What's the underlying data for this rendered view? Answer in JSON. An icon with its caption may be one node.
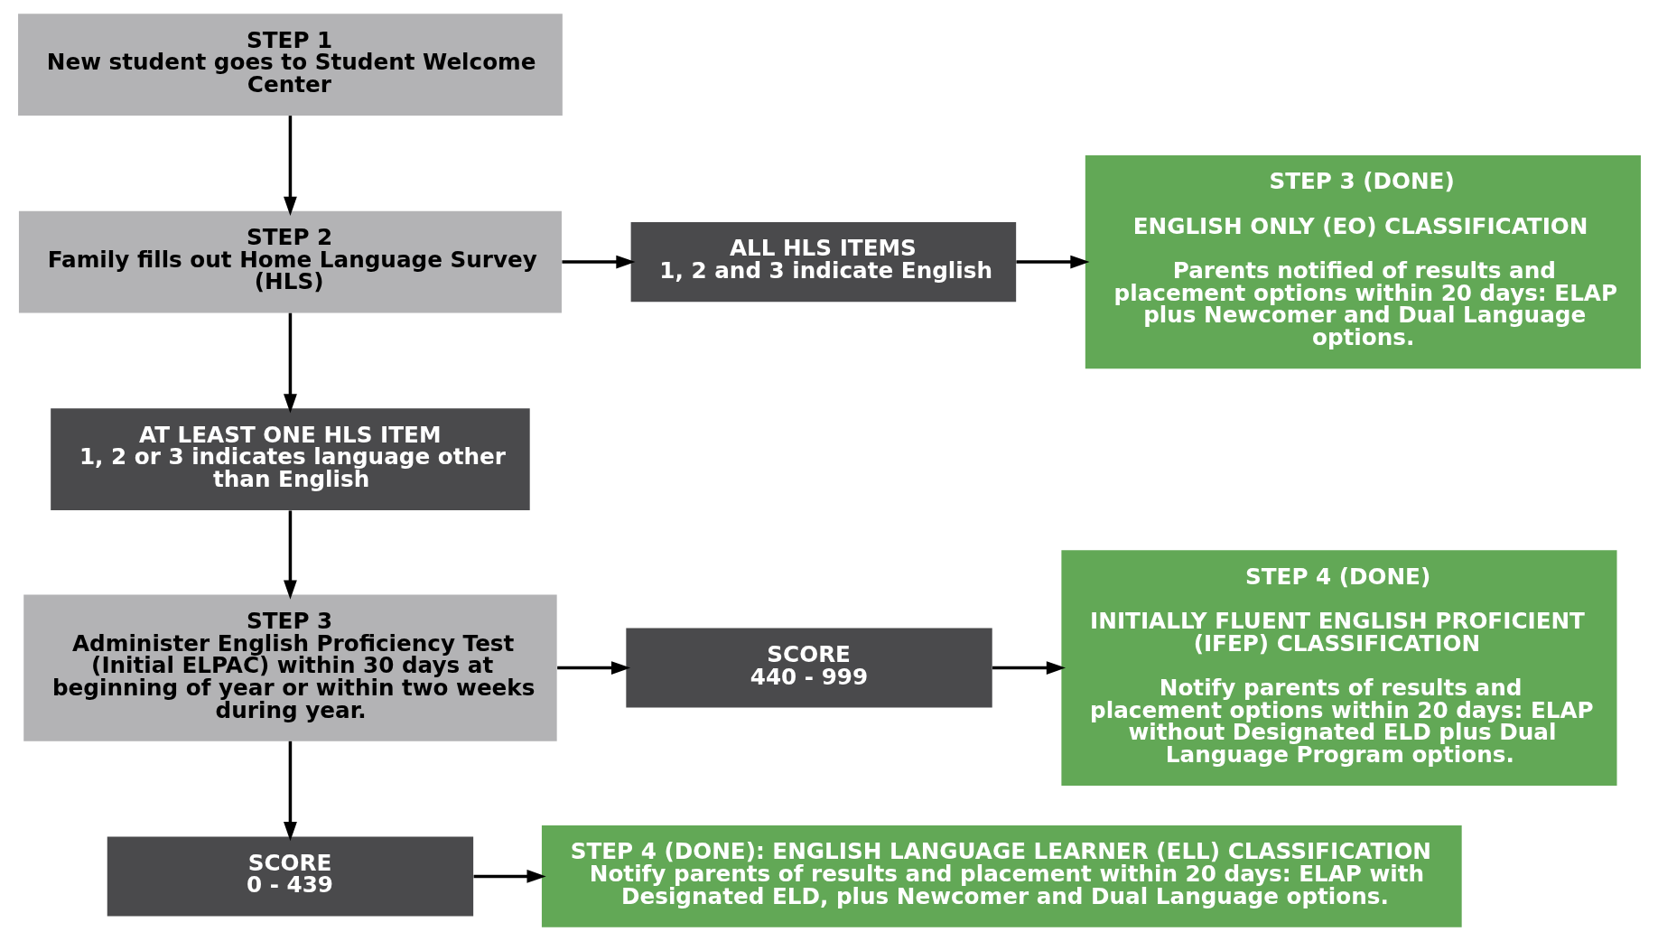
{
  "diagram": {
    "nodes": [
      {
        "text": [
          "STEP 1",
          "New student goes to Student Welcome Center"
        ]
      },
      {
        "text": [
          "STEP 2",
          "Family fills out Home Language Survey (HLS)"
        ]
      },
      {
        "text": [
          "ALL HLS ITEMS",
          "1, 2 and 3 indicate English"
        ]
      },
      {
        "text": [
          "STEP 3 (DONE)",
          "ENGLISH ONLY (EO) CLASSIFICATION",
          "Parents notified of results and placement options within 20 days: ELAP plus Newcomer and Dual Language options."
        ]
      },
      {
        "text": [
          "AT LEAST ONE HLS ITEM",
          "1, 2 or 3 indicates language other than English"
        ]
      },
      {
        "text": [
          "STEP 4 (DONE)",
          "INITIALLY FLUENT ENGLISH PROFICIENT (IFEP) CLASSIFICATION",
          "Notify parents of results and placement options within 20 days: ELAP without Designated ELD plus Dual Language Program options."
        ]
      },
      {
        "text": [
          "STEP 3",
          "Administer English Proficiency Test (Initial ELPAC) within 30 days at beginning of year or within two weeks during year."
        ]
      },
      {
        "text": [
          "SCORE",
          "440 - 999"
        ]
      },
      {
        "text": [
          "SCORE",
          "0 - 439"
        ]
      },
      {
        "text": [
          "STEP 4 (DONE): ENGLISH LANGUAGE LEARNER (ELL) CLASSIFICATION",
          "Notify parents of results and placement within 20 days: ELAP with Designated ELD, plus Newcomer and Dual Language options."
        ]
      }
    ],
    "edges": [
      {
        "from": 0,
        "to": 1,
        "arrow": "to"
      },
      {
        "from": 1,
        "to": 2,
        "arrow": "to"
      },
      {
        "from": 2,
        "to": 3,
        "arrow": "to"
      },
      {
        "from": 1,
        "to": 4,
        "arrow": "to"
      },
      {
        "from": 4,
        "to": 6,
        "arrow": "to"
      },
      {
        "from": 6,
        "to": 7,
        "arrow": "to"
      },
      {
        "from": 7,
        "to": 5,
        "arrow": "to"
      },
      {
        "from": 6,
        "to": 8,
        "arrow": "to"
      },
      {
        "from": 8,
        "to": 9,
        "arrow": "to"
      }
    ]
  }
}
